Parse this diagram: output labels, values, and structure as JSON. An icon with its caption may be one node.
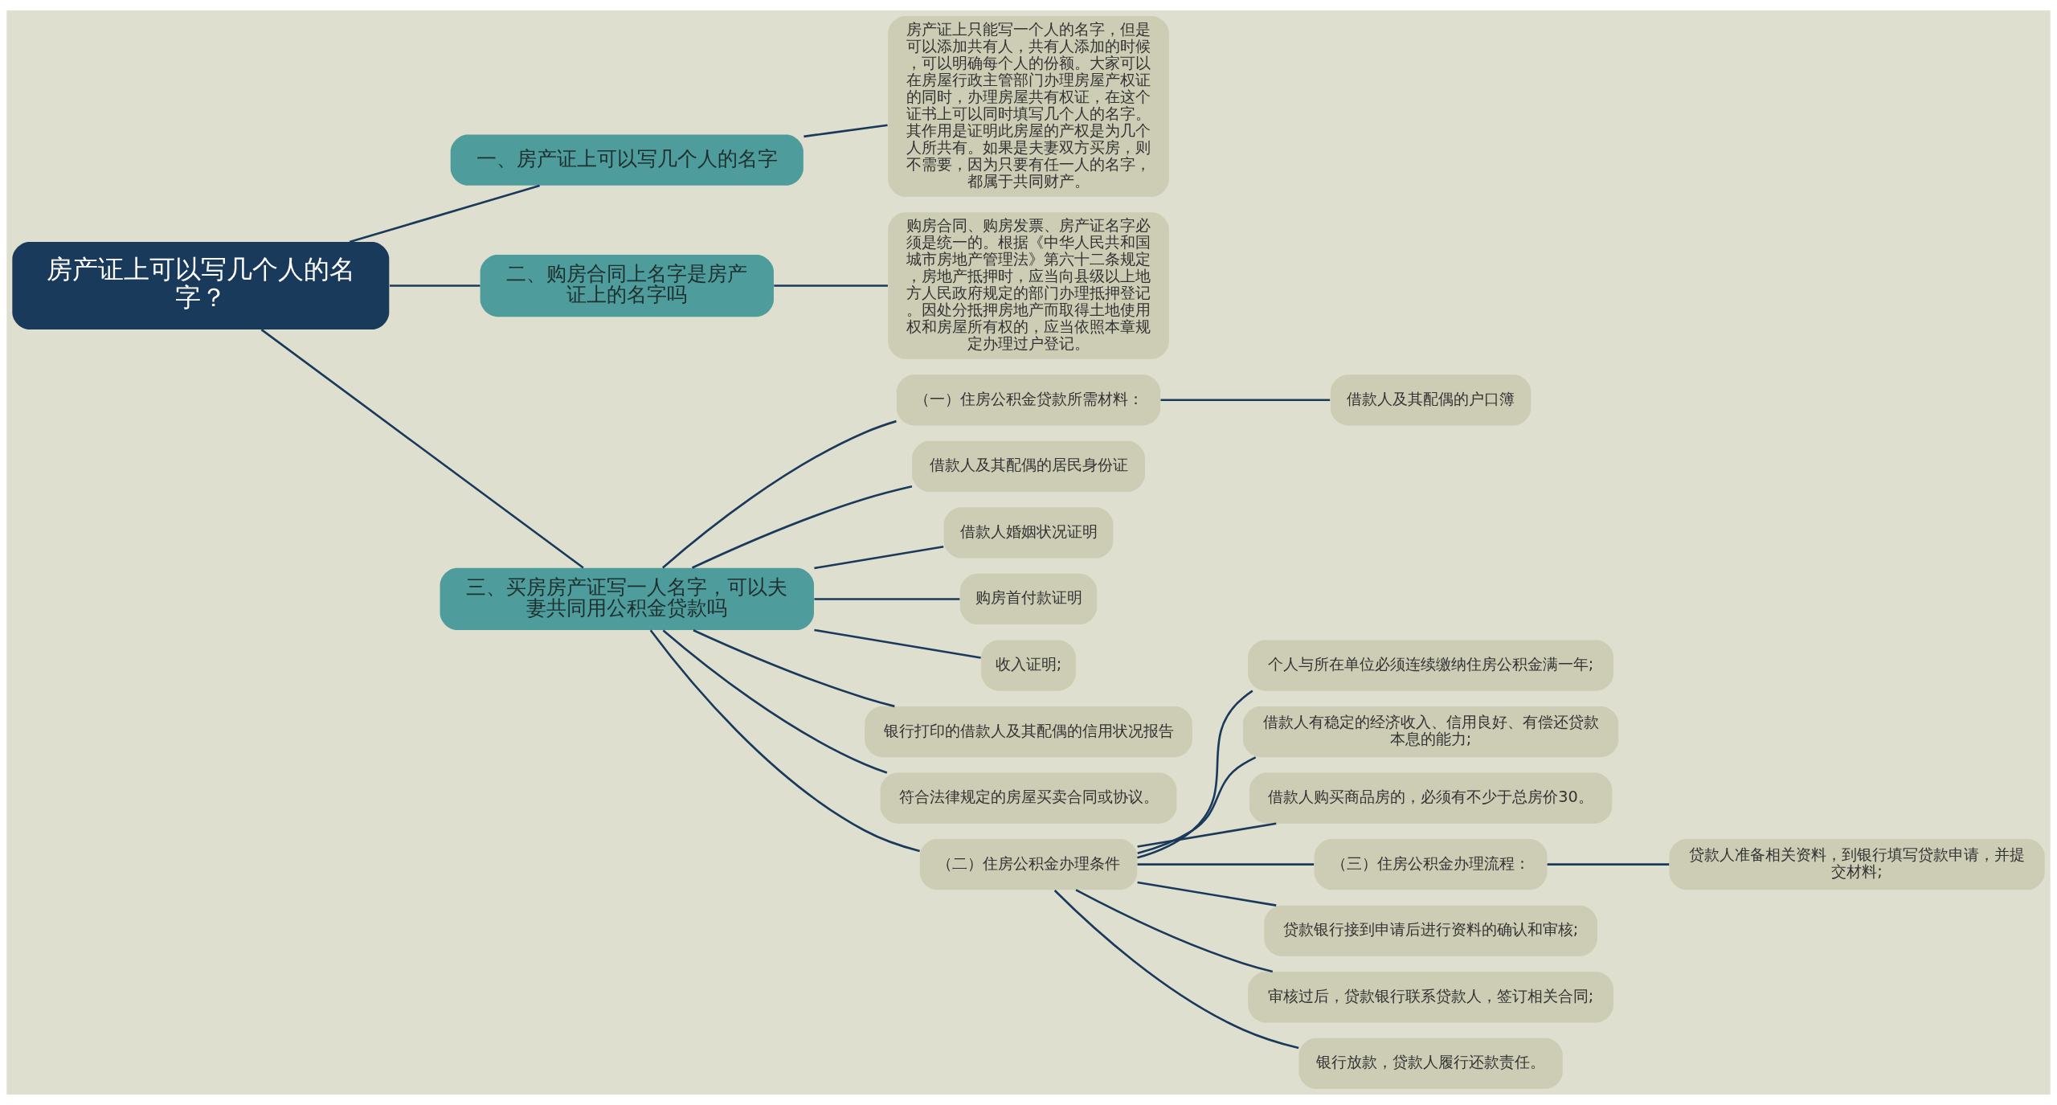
{
  "diagram": {
    "nodes": [
      {
        "text": [
          "房产证上可以写几个人的名字？"
        ]
      },
      {
        "text": [
          "一、房产证上可以写几个人的名字"
        ]
      },
      {
        "text": [
          "房产证上只能写一个人的名字，但是可以添加共有人，共有人添加的时候，可以明确每个人的份额。大家可以在房屋行政主管部门办理房屋产权证的同时，办理房屋共有权证，在这个证书上可以同时填写几个人的名字。其作用是证明此房屋的产权是为几个人所共有。如果是夫妻双方买房，则不需要，因为只要有任一人的名字，都属于共同财产。"
        ]
      },
      {
        "text": [
          "二、购房合同上名字是房产证上的名字吗"
        ]
      },
      {
        "text": [
          "购房合同、购房发票、房产证名字必须是统一的。根据《中华人民共和国城市房地产管理法》第六十二条规定，房地产抵押时，应当向县级以上地方人民政府规定的部门办理抵押登记。因处分抵押房地产而取得土地使用权和房屋所有权的，应当依照本章规定办理过户登记。"
        ]
      },
      {
        "text": [
          "三、买房房产证写一人名字，可以夫妻共同用公积金贷款吗"
        ]
      },
      {
        "text": [
          "（一）住房公积金贷款所需材料："
        ]
      },
      {
        "text": [
          "借款人及其配偶的户口簿"
        ]
      },
      {
        "text": [
          "借款人及其配偶的居民身份证"
        ]
      },
      {
        "text": [
          "借款人婚姻状况证明"
        ]
      },
      {
        "text": [
          "购房首付款证明"
        ]
      },
      {
        "text": [
          "收入证明;"
        ]
      },
      {
        "text": [
          "银行打印的借款人及其配偶的信用状况报告"
        ]
      },
      {
        "text": [
          "符合法律规定的房屋买卖合同或协议。"
        ]
      },
      {
        "text": [
          "（二）住房公积金办理条件"
        ]
      },
      {
        "text": [
          "个人与所在单位必须连续缴纳住房公积金满一年;"
        ]
      },
      {
        "text": [
          "借款人有稳定的经济收入、信用良好、有偿还贷款本息的能力;"
        ]
      },
      {
        "text": [
          "借款人购买商品房的，必须有不少于总房价30。"
        ]
      },
      {
        "text": [
          "（三）住房公积金办理流程："
        ]
      },
      {
        "text": [
          "贷款人准备相关资料，到银行填写贷款申请，并提交材料;"
        ]
      },
      {
        "text": [
          "贷款银行接到申请后进行资料的确认和审核;"
        ]
      },
      {
        "text": [
          "审核过后，贷款银行联系贷款人，签订相关合同;"
        ]
      },
      {
        "text": [
          "银行放款，贷款人履行还款责任。"
        ]
      }
    ],
    "edges": [
      {
        "from": 0,
        "to": 1,
        "arrow": "none"
      },
      {
        "from": 1,
        "to": 2,
        "arrow": "none"
      },
      {
        "from": 0,
        "to": 3,
        "arrow": "none"
      },
      {
        "from": 3,
        "to": 4,
        "arrow": "none"
      },
      {
        "from": 0,
        "to": 5,
        "arrow": "none"
      },
      {
        "from": 5,
        "to": 6,
        "arrow": "none"
      },
      {
        "from": 6,
        "to": 7,
        "arrow": "none"
      },
      {
        "from": 5,
        "to": 8,
        "arrow": "none"
      },
      {
        "from": 5,
        "to": 9,
        "arrow": "none"
      },
      {
        "from": 5,
        "to": 10,
        "arrow": "none"
      },
      {
        "from": 5,
        "to": 11,
        "arrow": "none"
      },
      {
        "from": 5,
        "to": 12,
        "arrow": "none"
      },
      {
        "from": 5,
        "to": 13,
        "arrow": "none"
      },
      {
        "from": 5,
        "to": 14,
        "arrow": "none"
      },
      {
        "from": 14,
        "to": 15,
        "arrow": "none"
      },
      {
        "from": 14,
        "to": 16,
        "arrow": "none"
      },
      {
        "from": 14,
        "to": 17,
        "arrow": "none"
      },
      {
        "from": 14,
        "to": 18,
        "arrow": "none"
      },
      {
        "from": 18,
        "to": 19,
        "arrow": "none"
      },
      {
        "from": 14,
        "to": 20,
        "arrow": "none"
      },
      {
        "from": 14,
        "to": 21,
        "arrow": "none"
      },
      {
        "from": 14,
        "to": 22,
        "arrow": "none"
      }
    ]
  }
}
